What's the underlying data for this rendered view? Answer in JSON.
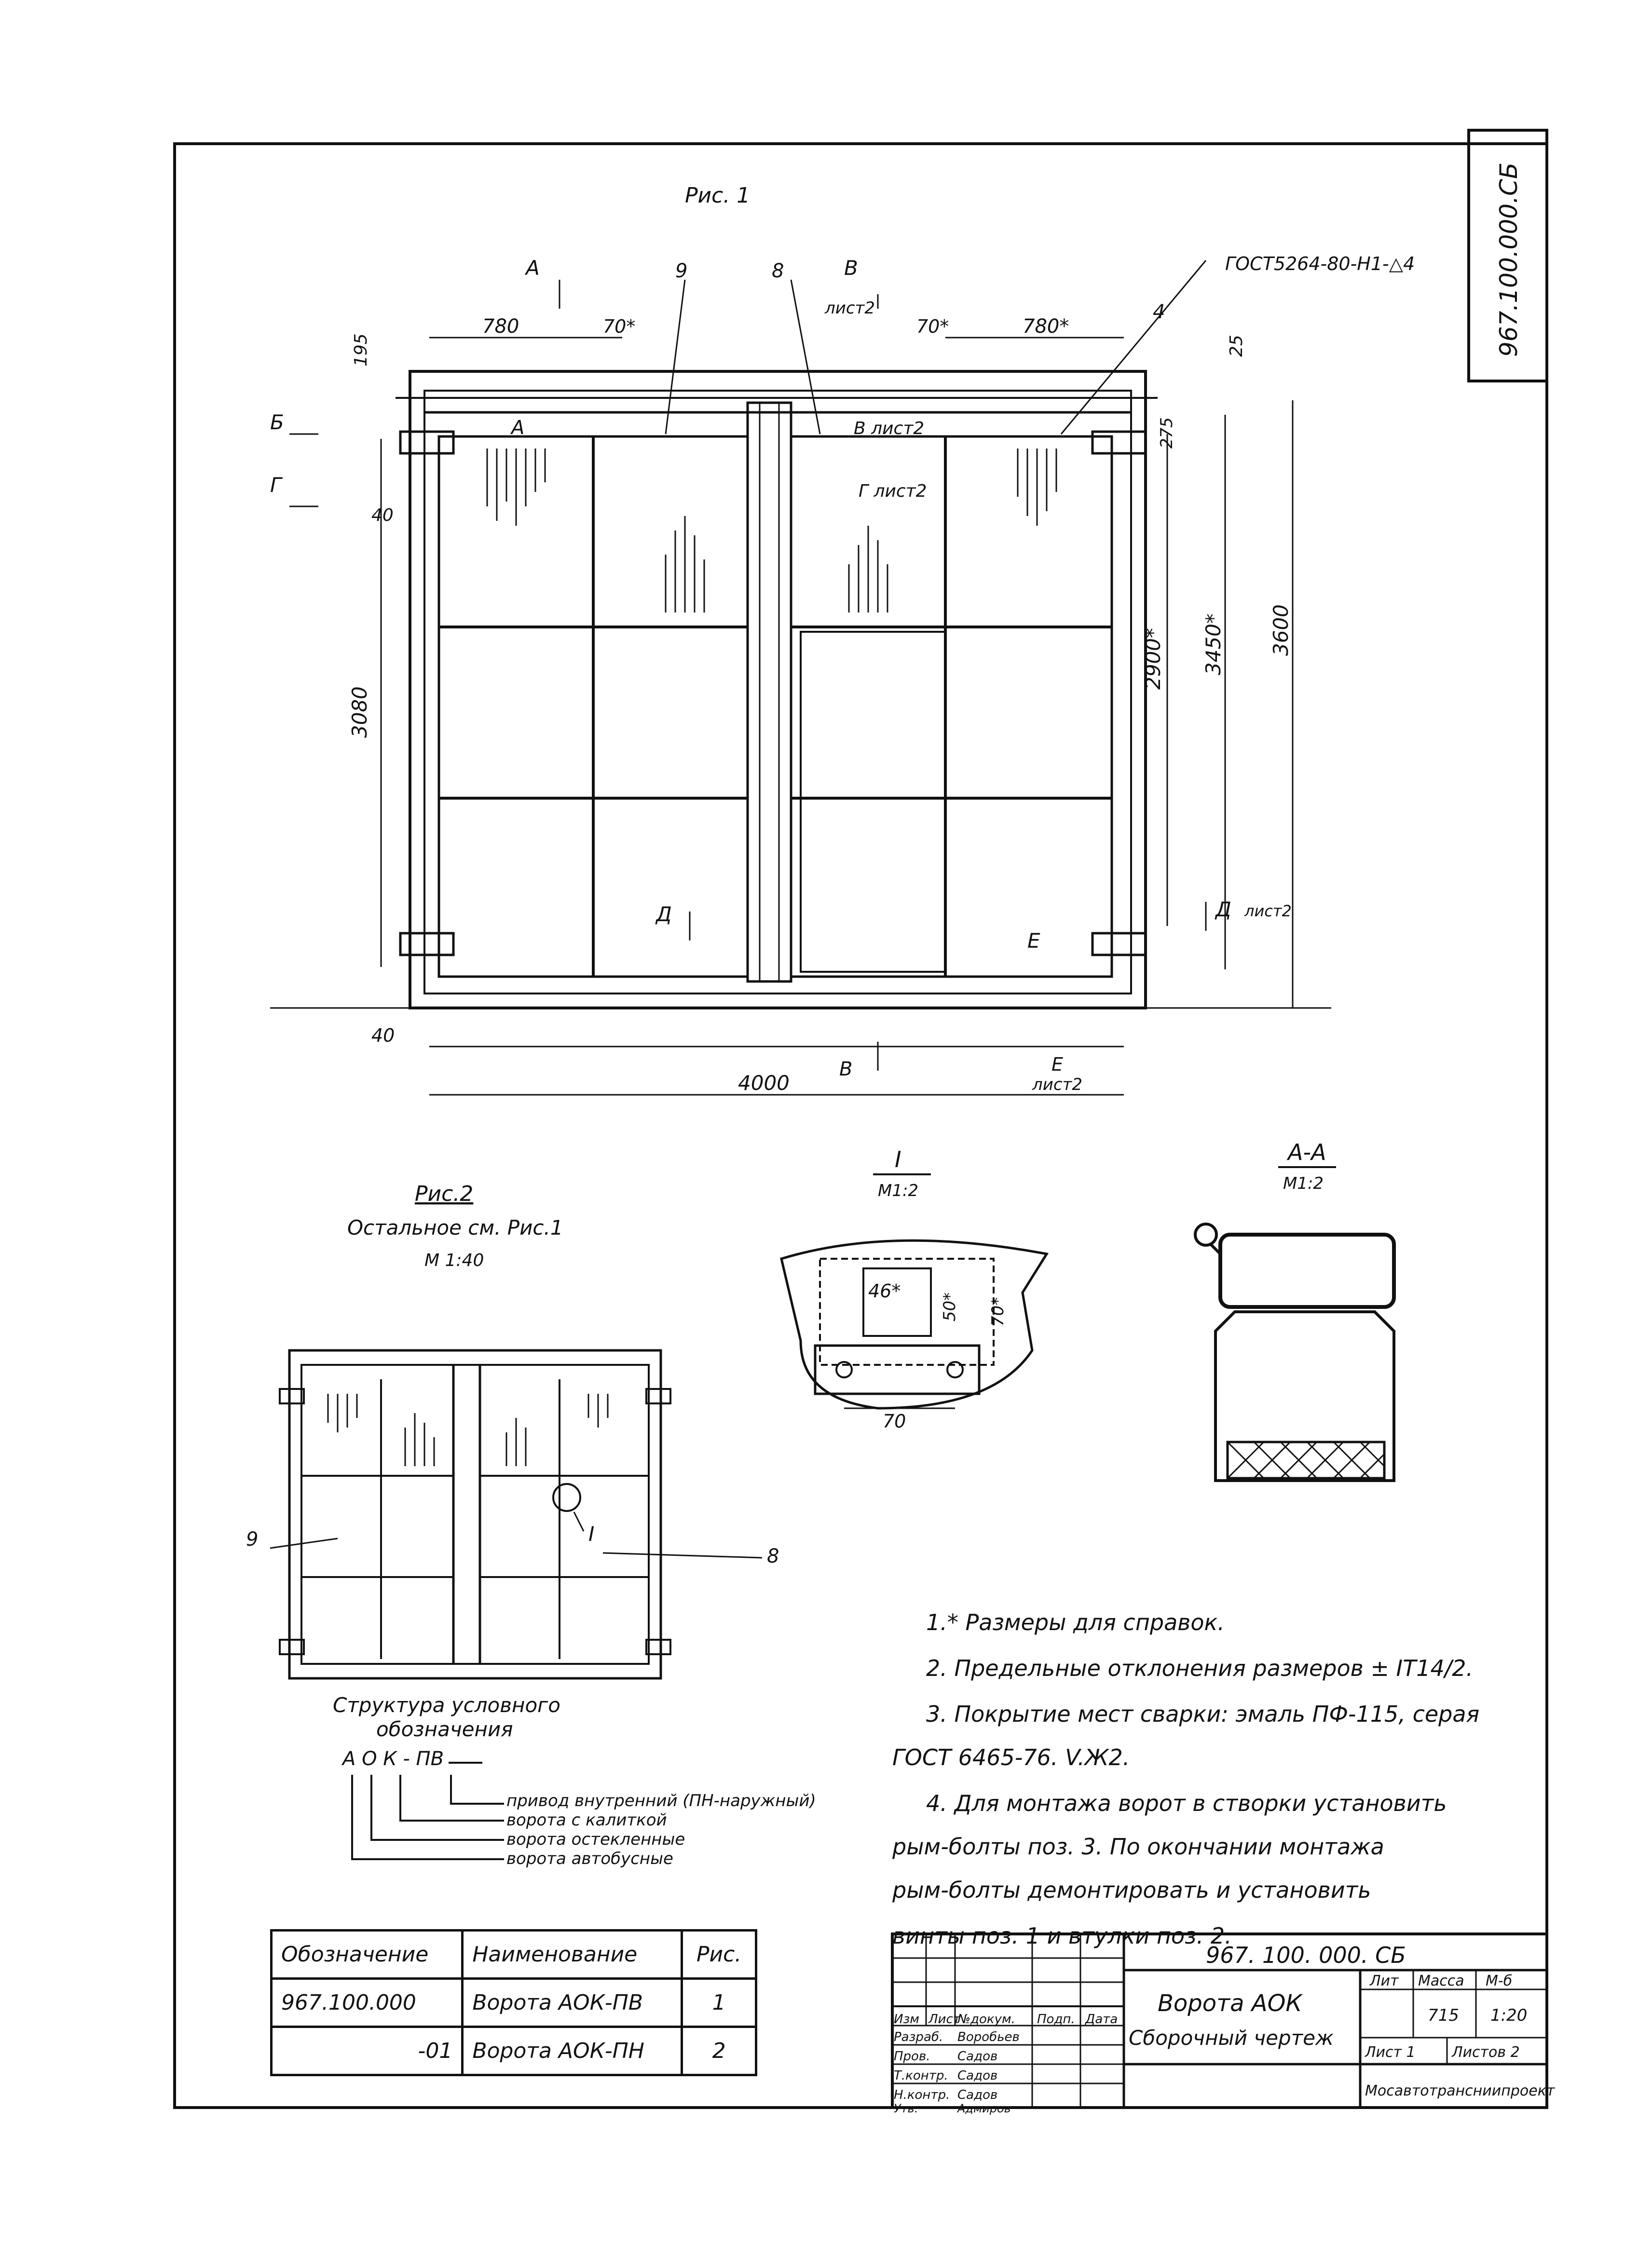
{
  "stamp_code": "967.100.000.СБ",
  "fig1": {
    "title": "Рис. 1",
    "gost": "ГОСТ5264-80-Н1-△4",
    "dims": {
      "d780": "780",
      "d70s": "70*",
      "d70s_r": "70*",
      "d780s": "780*",
      "d195": "195",
      "d25": "25",
      "d275": "275",
      "d40a": "40",
      "d3080": "3080",
      "d2900": "2900*",
      "d3450": "3450*",
      "d3600": "3600",
      "d40b": "40",
      "d4000": "4000"
    },
    "pos": {
      "p9": "9",
      "p8": "8",
      "p4": "4"
    },
    "sections": {
      "A_top": "А",
      "B_top": "В",
      "B_top_sheet": "лист2",
      "B_left": "Б",
      "G_left": "Г",
      "A_label": "А",
      "V_sheet": "В лист2",
      "G_sheet": "Г лист2",
      "D_mid": "Д",
      "E_right": "Е",
      "D_right": "Д",
      "D_right_sheet": "лист2",
      "E_bottom": "Е",
      "E_bottom_sheet": "лист2",
      "V_bottom": "В"
    }
  },
  "detail_I": {
    "title": "I",
    "scale": "М1:2",
    "d46": "46*",
    "d50": "50*",
    "d70v": "70*",
    "d70h": "70"
  },
  "section_AA": {
    "title": "А-А",
    "scale": "М1:2"
  },
  "fig2": {
    "title": "Рис.2",
    "subtitle": "Остальное см. Рис.1",
    "scale": "М 1:40",
    "pos9": "9",
    "pos8": "8",
    "callout": "I"
  },
  "structure": {
    "title1": "Структура условного",
    "title2": "обозначения",
    "code": "А О К  -  ПВ",
    "lines": [
      "привод внутренний (ПН-наружный)",
      "ворота с калиткой",
      "ворота остекленные",
      "ворота автобусные"
    ]
  },
  "notes": [
    "1.* Размеры для справок.",
    "2. Предельные отклонения размеров ± IT14/2.",
    "3. Покрытие мест сварки: эмаль ПФ-115, серая",
    "ГОСТ 6465-76. V.Ж2.",
    "4. Для монтажа ворот в створки установить",
    "рым-болты поз. 3. По окончании монтажа",
    "рым-болты демонтировать и установить",
    "винты поз. 1 и втулки поз. 2."
  ],
  "spec_table": {
    "headers": [
      "Обозначение",
      "Наименование",
      "Рис."
    ],
    "rows": [
      [
        "967.100.000",
        "Ворота АОК-ПВ",
        "1"
      ],
      [
        "-01",
        "Ворота АОК-ПН",
        "2"
      ]
    ]
  },
  "title_block": {
    "code": "967. 100. 000. СБ",
    "name1": "Ворота АОК",
    "name2": "Сборочный чертеж",
    "col_izm": "Изм",
    "col_list": "Лист",
    "col_doc": "№докум.",
    "col_sign": "Подп.",
    "col_date": "Дата",
    "razrab": "Разраб.",
    "razrab_name": "Воробьев",
    "prov": "Пров.",
    "prov_name": "Садов",
    "tkontr": "Т.контр.",
    "tkontr_name": "Садов",
    "nkontr": "Н.контр.",
    "nkontr_name": "Садов",
    "utv": "Утв.",
    "utv_name": "Адмиров",
    "lit": "Лит",
    "massa": "Масса",
    "masshtab": "М-б",
    "mass_val": "715",
    "scale_val": "1:20",
    "sheet": "Лист 1",
    "sheets": "Листов 2",
    "org": "Мосавтотрансниипроект"
  }
}
